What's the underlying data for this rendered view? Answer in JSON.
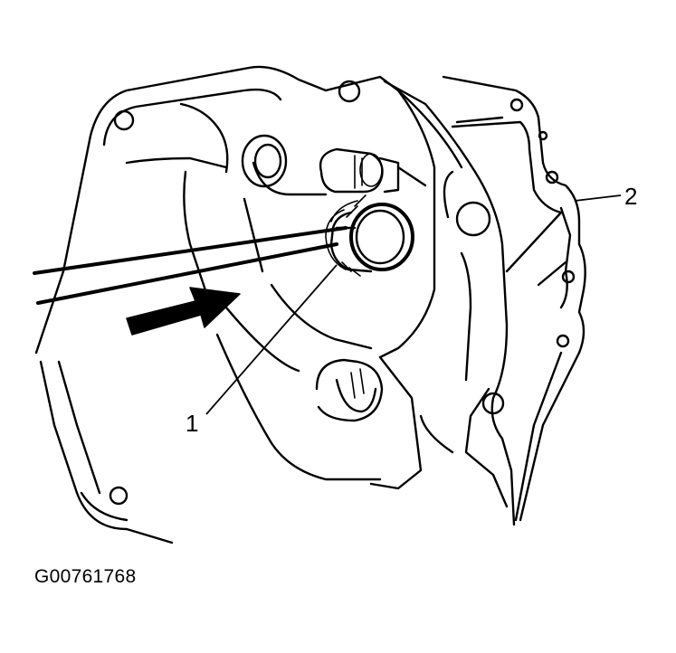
{
  "callouts": {
    "item_1": "1",
    "item_2": "2"
  },
  "figure_code": "G00761768",
  "colors": {
    "line": "#000000",
    "background": "#ffffff"
  }
}
